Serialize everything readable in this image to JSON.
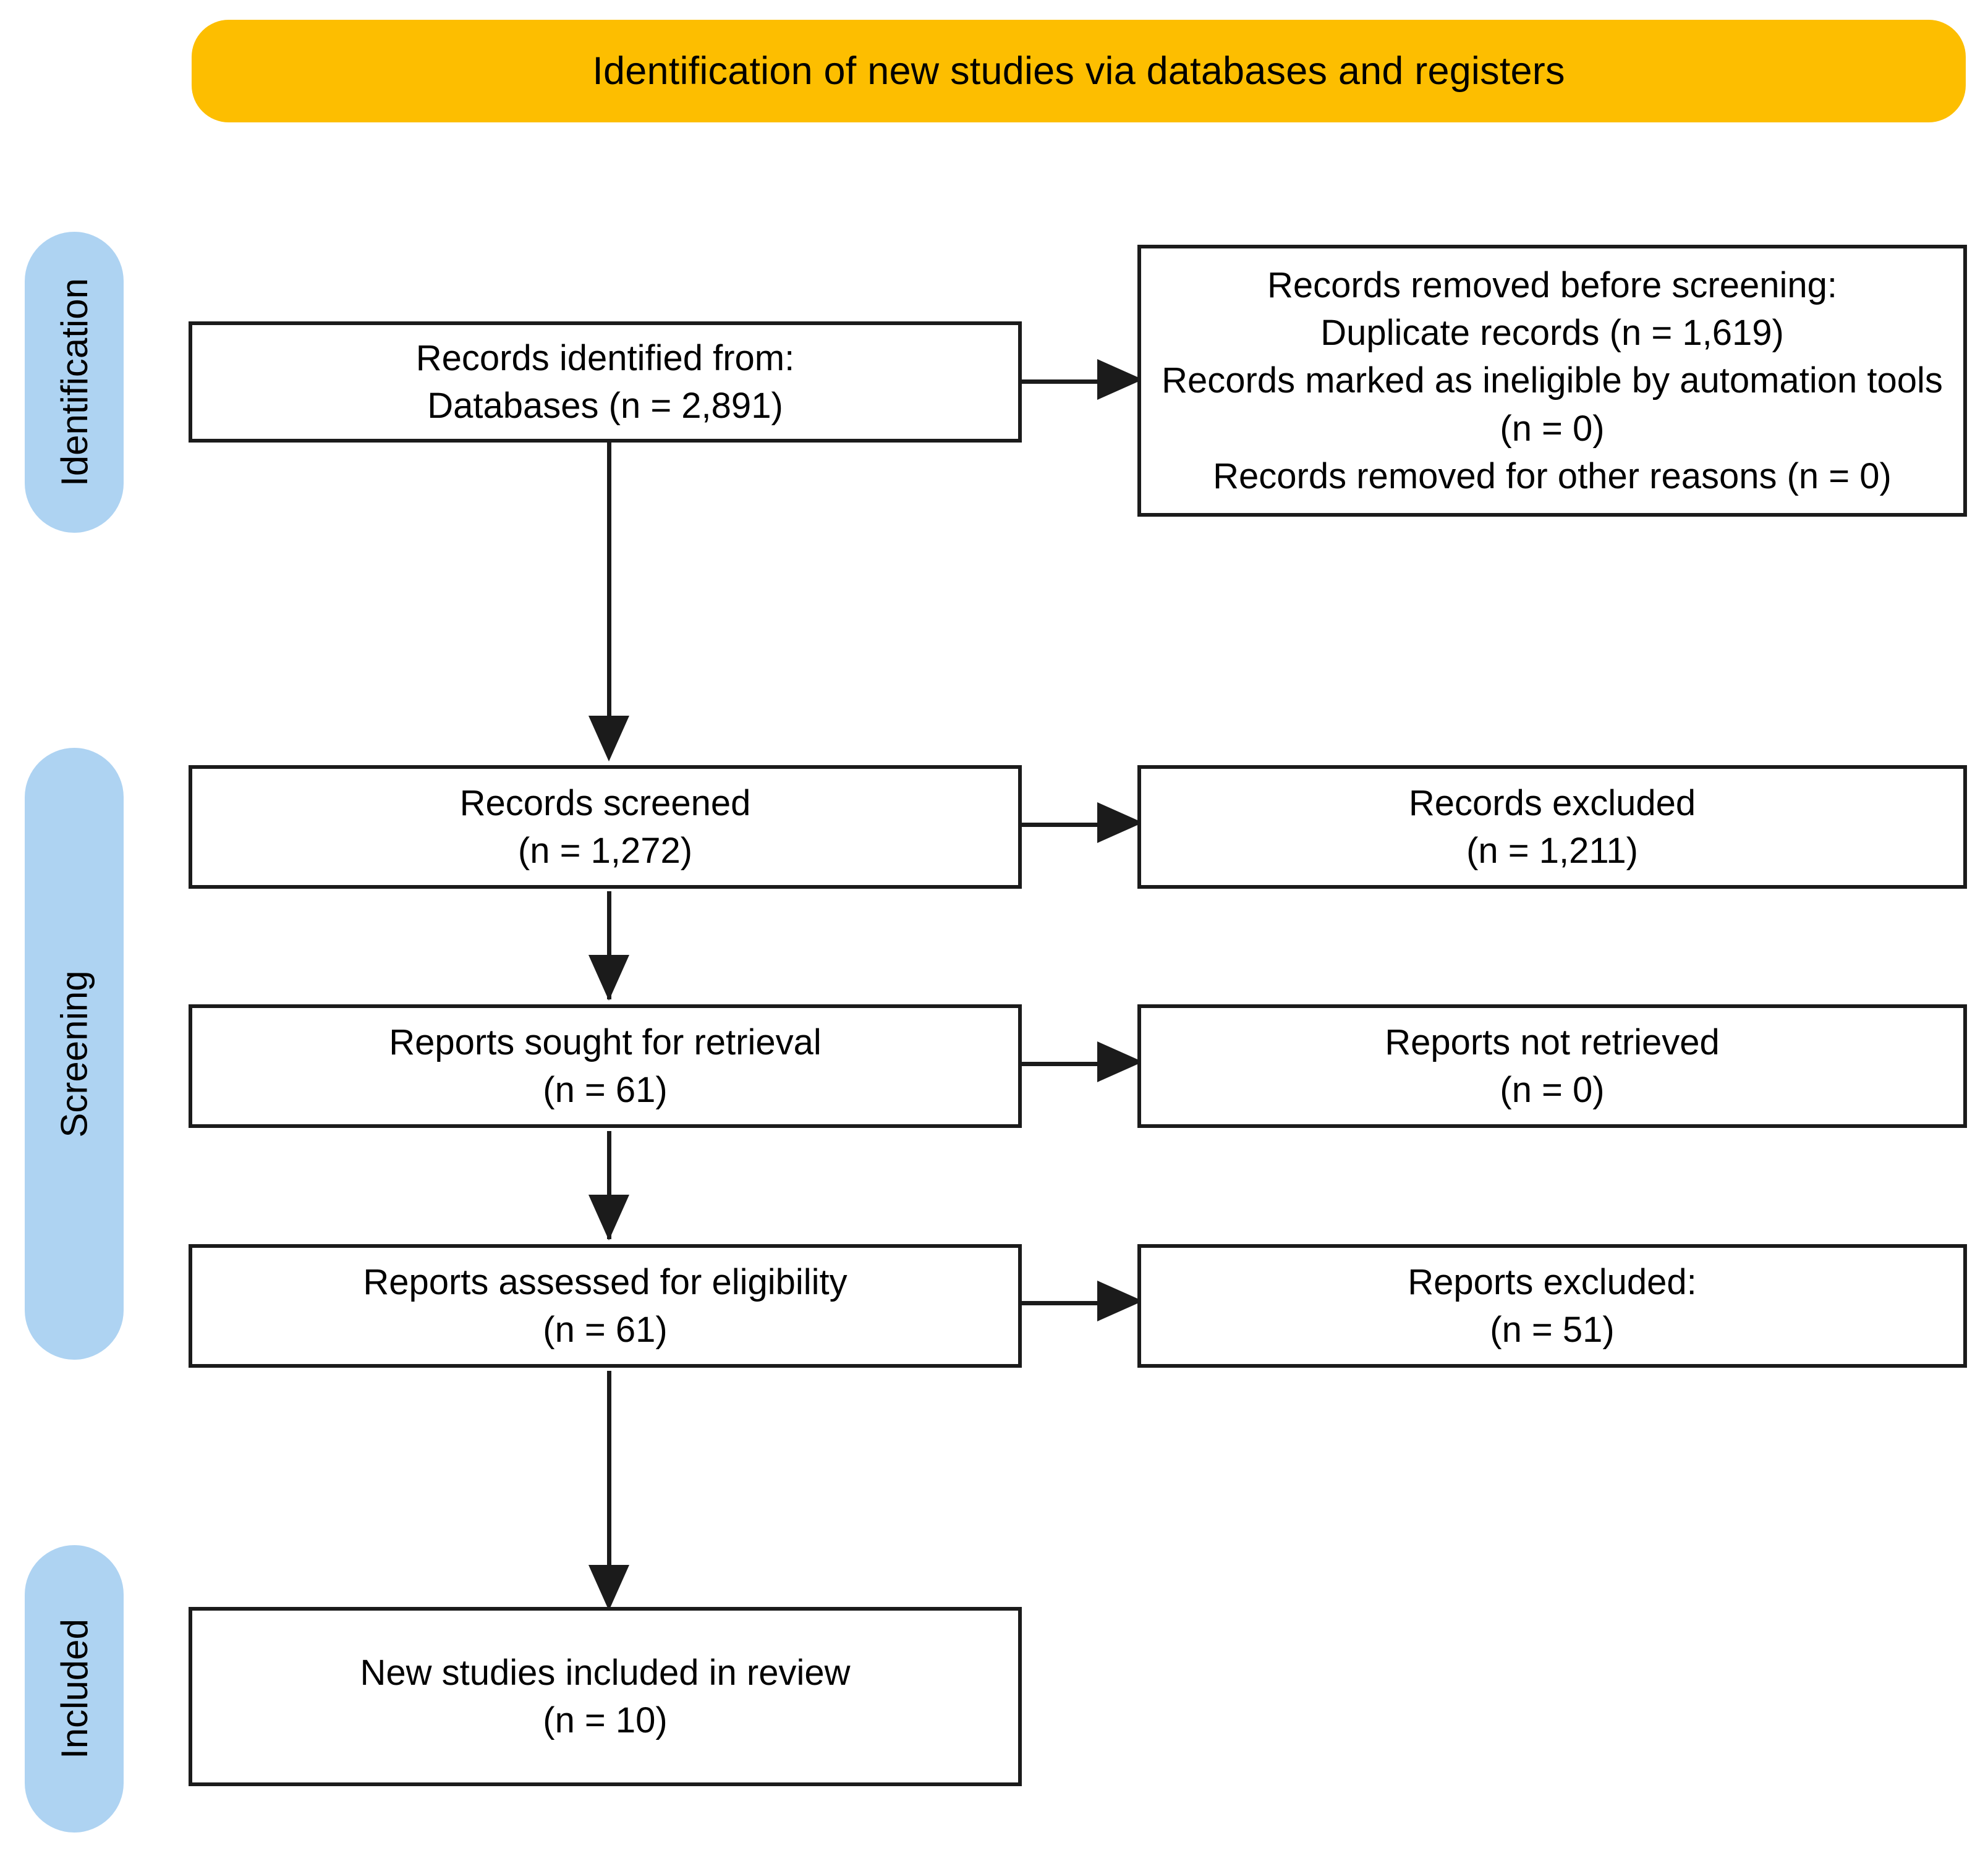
{
  "banner": {
    "title": "Identification of new studies via databases and registers",
    "color": "#FDBE00"
  },
  "stages": [
    {
      "name": "identification",
      "label": "Identification",
      "color": "#AED3F2"
    },
    {
      "name": "screening",
      "label": "Screening",
      "color": "#AED3F2"
    },
    {
      "name": "included",
      "label": "Included",
      "color": "#AED3F2"
    }
  ],
  "boxes": {
    "records_identified": {
      "name": "records-identified",
      "lines": [
        "Records identified from:",
        "Databases (n = 2,891)"
      ]
    },
    "records_removed": {
      "name": "records-removed-before-screening",
      "lines": [
        "Records removed before screening:",
        "Duplicate records (n = 1,619)",
        "Records marked as ineligible by automation tools (n = 0)",
        "Records removed for other reasons (n = 0)"
      ]
    },
    "records_screened": {
      "name": "records-screened",
      "lines": [
        "Records screened",
        "(n = 1,272)"
      ]
    },
    "records_excluded": {
      "name": "records-excluded",
      "lines": [
        "Records excluded",
        "(n = 1,211)"
      ]
    },
    "reports_sought": {
      "name": "reports-sought-for-retrieval",
      "lines": [
        "Reports sought for retrieval",
        "(n = 61)"
      ]
    },
    "reports_not_retrieved": {
      "name": "reports-not-retrieved",
      "lines": [
        "Reports not retrieved",
        "(n = 0)"
      ]
    },
    "reports_assessed": {
      "name": "reports-assessed-for-eligibility",
      "lines": [
        "Reports assessed for eligibility",
        "(n = 61)"
      ]
    },
    "reports_excluded": {
      "name": "reports-excluded",
      "lines": [
        "Reports excluded:",
        "(n = 51)"
      ]
    },
    "new_studies_included": {
      "name": "new-studies-included-in-review",
      "lines": [
        "New studies included in review",
        "(n = 10)"
      ]
    }
  },
  "chart_data": {
    "type": "diagram",
    "title": "Identification of new studies via databases and registers",
    "diagram_kind": "PRISMA 2020 flow diagram",
    "nodes": [
      {
        "id": "records_identified",
        "stage": "Identification",
        "column": "left",
        "label": "Records identified from: Databases",
        "n": 2891
      },
      {
        "id": "records_removed",
        "stage": "Identification",
        "column": "right",
        "label": "Records removed before screening",
        "breakdown": [
          {
            "label": "Duplicate records",
            "n": 1619
          },
          {
            "label": "Records marked as ineligible by automation tools",
            "n": 0
          },
          {
            "label": "Records removed for other reasons",
            "n": 0
          }
        ]
      },
      {
        "id": "records_screened",
        "stage": "Screening",
        "column": "left",
        "label": "Records screened",
        "n": 1272
      },
      {
        "id": "records_excluded",
        "stage": "Screening",
        "column": "right",
        "label": "Records excluded",
        "n": 1211
      },
      {
        "id": "reports_sought",
        "stage": "Screening",
        "column": "left",
        "label": "Reports sought for retrieval",
        "n": 61
      },
      {
        "id": "reports_not_retrieved",
        "stage": "Screening",
        "column": "right",
        "label": "Reports not retrieved",
        "n": 0
      },
      {
        "id": "reports_assessed",
        "stage": "Screening",
        "column": "left",
        "label": "Reports assessed for eligibility",
        "n": 61
      },
      {
        "id": "reports_excluded",
        "stage": "Screening",
        "column": "right",
        "label": "Reports excluded",
        "n": 51
      },
      {
        "id": "new_studies_included",
        "stage": "Included",
        "column": "left",
        "label": "New studies included in review",
        "n": 10
      }
    ],
    "edges": [
      {
        "from": "records_identified",
        "to": "records_removed",
        "direction": "right"
      },
      {
        "from": "records_identified",
        "to": "records_screened",
        "direction": "down"
      },
      {
        "from": "records_screened",
        "to": "records_excluded",
        "direction": "right"
      },
      {
        "from": "records_screened",
        "to": "reports_sought",
        "direction": "down"
      },
      {
        "from": "reports_sought",
        "to": "reports_not_retrieved",
        "direction": "right"
      },
      {
        "from": "reports_sought",
        "to": "reports_assessed",
        "direction": "down"
      },
      {
        "from": "reports_assessed",
        "to": "reports_excluded",
        "direction": "right"
      },
      {
        "from": "reports_assessed",
        "to": "new_studies_included",
        "direction": "down"
      }
    ]
  }
}
